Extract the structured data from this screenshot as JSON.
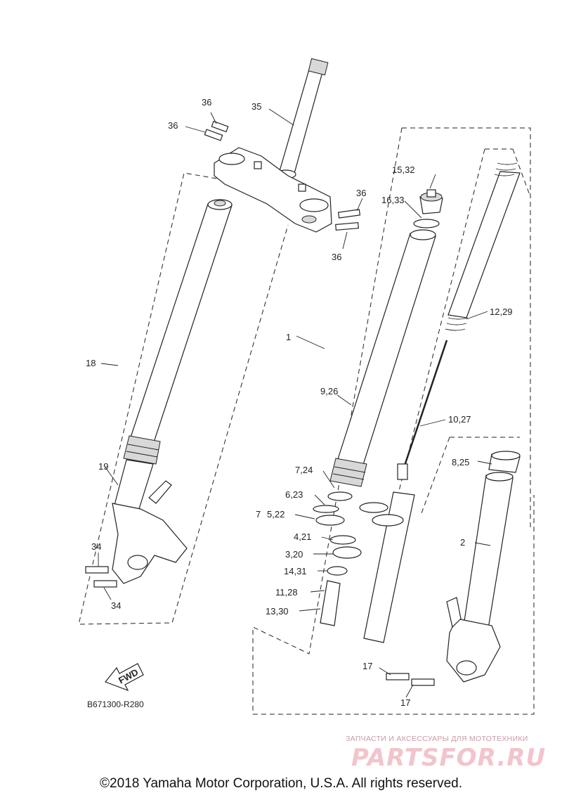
{
  "diagram": {
    "code": "B671300-R280",
    "fwd_label": "FWD",
    "copyright": "©2018 Yamaha Motor Corporation, U.S.A. All rights reserved.",
    "watermark_text": "ЗАПЧАСТИ И АКСЕССУАРЫ ДЛЯ МОТОТЕХНИКИ",
    "watermark_logo": "PARTSFOR.RU",
    "callouts": {
      "c1": "1",
      "c2": "2",
      "c3_20": "3,20",
      "c4_21": "4,21",
      "c5_22": "5,22",
      "c6_23": "6,23",
      "c7_24": "7,24",
      "c7": "7",
      "c8_25": "8,25",
      "c9_26": "9,26",
      "c10_27": "10,27",
      "c11_28": "11,28",
      "c12_29": "12,29",
      "c13_30": "13,30",
      "c14_31": "14,31",
      "c15_32": "15,32",
      "c16_33": "16,33",
      "c17a": "17",
      "c17b": "17",
      "c18": "18",
      "c19": "19",
      "c34a": "34",
      "c34b": "34",
      "c35": "35",
      "c36a": "36",
      "c36b": "36",
      "c36c": "36",
      "c36d": "36"
    }
  }
}
